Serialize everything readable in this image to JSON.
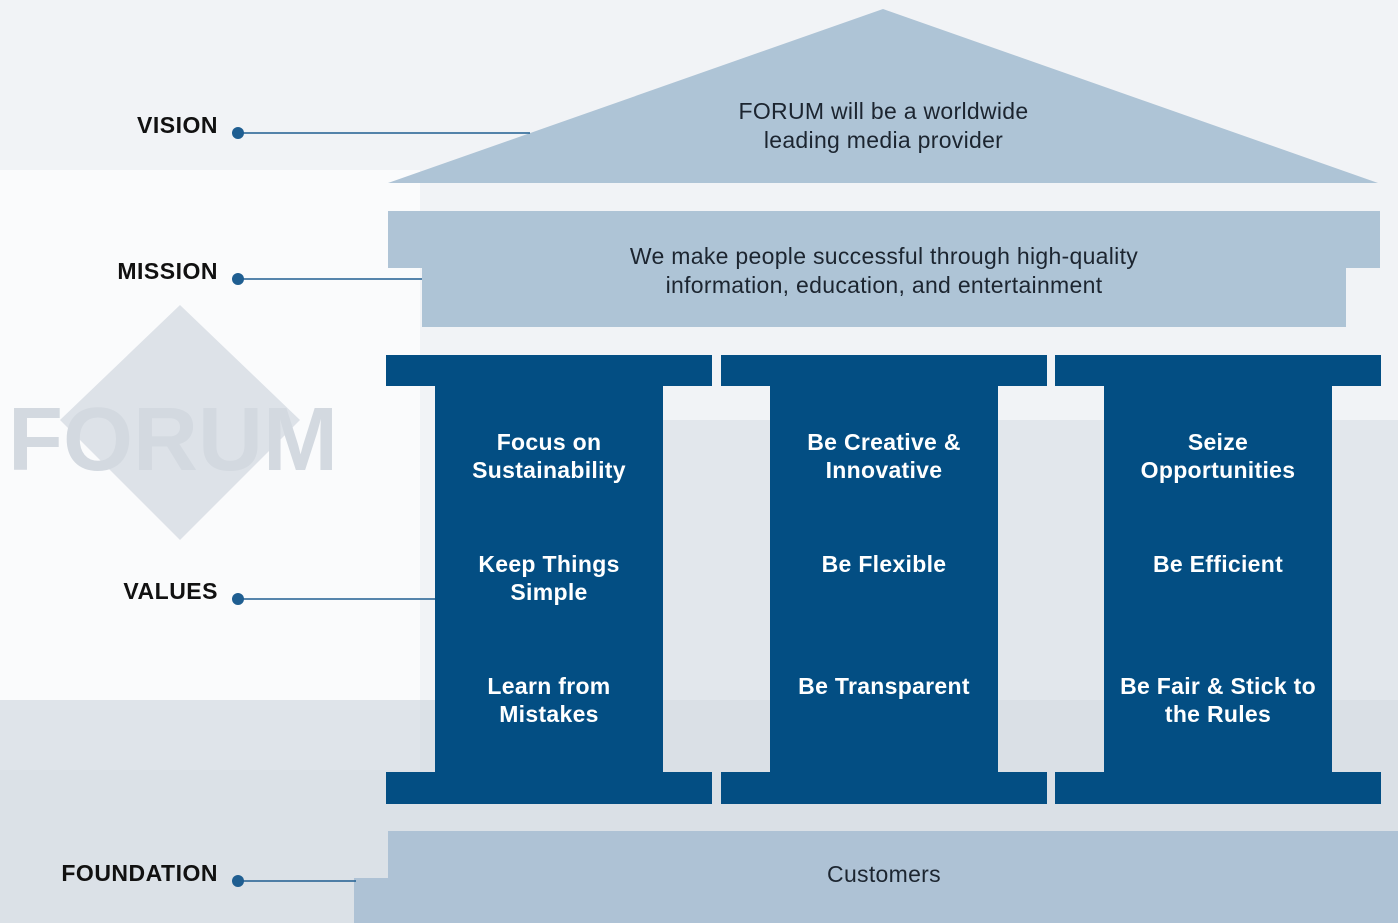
{
  "labels": {
    "vision": "VISION",
    "mission": "MISSION",
    "values": "VALUES",
    "foundation": "FOUNDATION"
  },
  "vision_text": {
    "line1": "FORUM will be a worldwide",
    "line2": "leading media provider"
  },
  "mission_text": {
    "line1": "We make people successful through high-quality",
    "line2": "information, education, and entertainment"
  },
  "pillars": [
    {
      "values": [
        {
          "line1": "Focus on",
          "line2": "Sustainability"
        },
        {
          "line1": "Keep Things",
          "line2": "Simple"
        },
        {
          "line1": "Learn from",
          "line2": "Mistakes"
        }
      ]
    },
    {
      "values": [
        {
          "line1": "Be Creative &",
          "line2": "Innovative"
        },
        {
          "line1": "Be Flexible",
          "line2": ""
        },
        {
          "line1": "Be Transparent",
          "line2": ""
        }
      ]
    },
    {
      "values": [
        {
          "line1": "Seize",
          "line2": "Opportunities"
        },
        {
          "line1": "Be Efficient",
          "line2": ""
        },
        {
          "line1": "Be Fair & Stick to",
          "line2": "the Rules"
        }
      ]
    }
  ],
  "foundation_text": "Customers",
  "logo_text": "FORUM",
  "colors": {
    "pillar": "#034e83",
    "roof": "#a9bfd3",
    "connector": "#1f5e91",
    "text_dark": "#1c2530",
    "background": "#f3f5f7"
  }
}
